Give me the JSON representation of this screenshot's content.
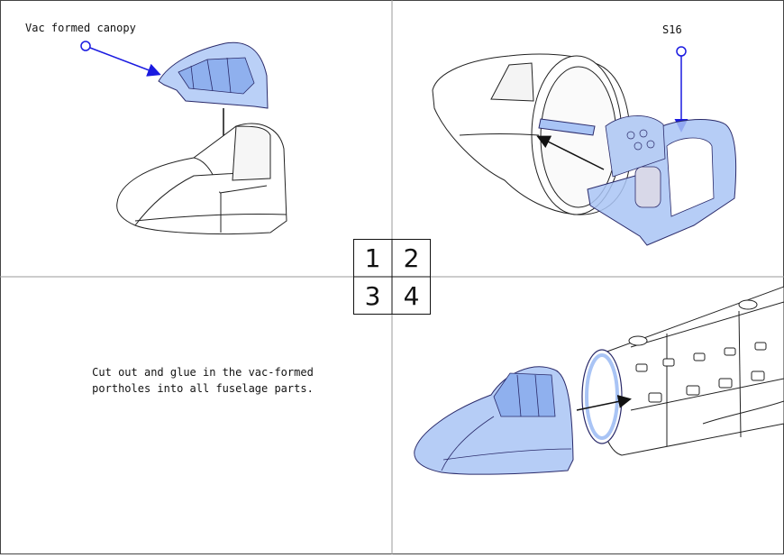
{
  "labels": {
    "canopy": "Vac formed canopy",
    "part_s16": "S16"
  },
  "instruction": {
    "line1": "Cut out and glue in the vac-formed",
    "line2": "portholes into all fuselage parts."
  },
  "steps": [
    "1",
    "2",
    "3",
    "4"
  ],
  "colors": {
    "highlight_fill": "#a9c4f5",
    "callout_blue": "#1a1ae0",
    "line": "#222222",
    "grid": "#9a9a9a"
  }
}
